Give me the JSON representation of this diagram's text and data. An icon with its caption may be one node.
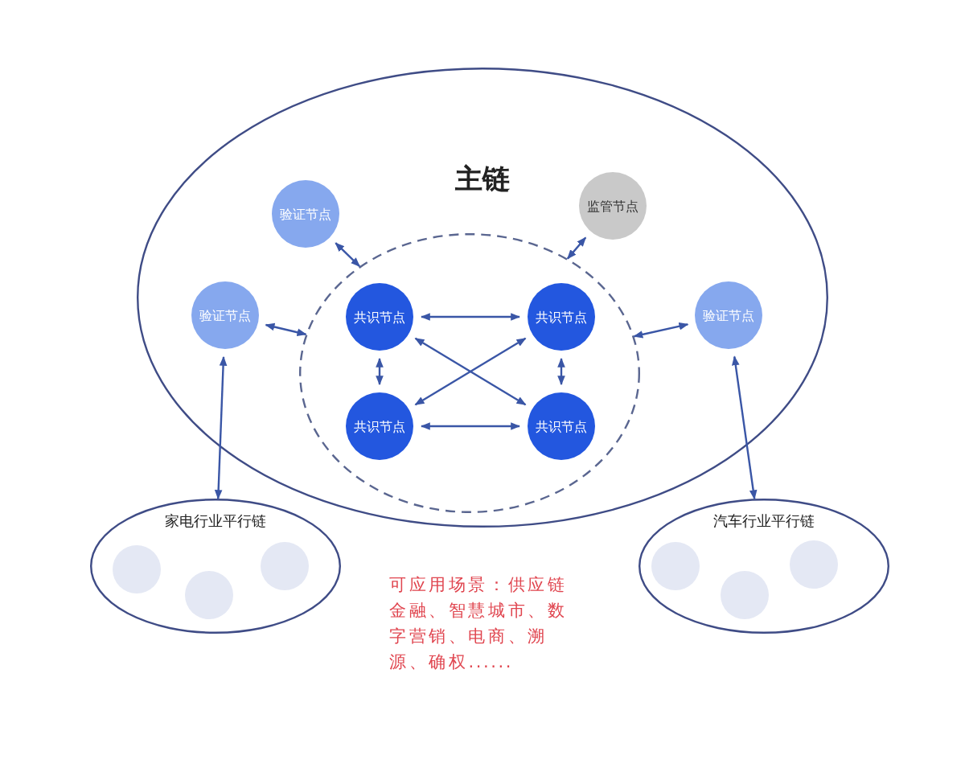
{
  "diagram": {
    "nodes": [
      {
        "text": [
          "主链"
        ]
      },
      {
        "text": [],
        "shape": "circle",
        "in": 0
      },
      {
        "text": [
          "验证节点"
        ],
        "in": 0
      },
      {
        "text": [
          "监管节点"
        ],
        "in": 0
      },
      {
        "text": [
          "验证节点"
        ],
        "in": 0
      },
      {
        "text": [
          "共识节点"
        ],
        "in": 1
      },
      {
        "text": [
          "共识节点"
        ],
        "in": 1
      },
      {
        "text": [
          "验证节点"
        ],
        "in": 0
      },
      {
        "text": [
          "共识节点"
        ],
        "in": 1
      },
      {
        "text": [
          "共识节点"
        ],
        "in": 1
      },
      {
        "text": [
          "家电行业平行链"
        ]
      },
      {
        "text": [],
        "shape": "circle",
        "in": 10
      },
      {
        "text": [],
        "shape": "circle",
        "in": 10
      },
      {
        "text": [],
        "shape": "circle",
        "in": 10
      },
      {
        "text": [
          "汽车行业平行链"
        ]
      },
      {
        "text": [],
        "shape": "circle",
        "in": 14
      },
      {
        "text": [],
        "shape": "circle",
        "in": 14
      },
      {
        "text": [],
        "shape": "circle",
        "in": 14
      }
    ],
    "edges": [
      {
        "from": 2,
        "to": 1,
        "arrow": "both"
      },
      {
        "from": 3,
        "to": 1,
        "arrow": "both"
      },
      {
        "from": 4,
        "to": 1,
        "arrow": "both"
      },
      {
        "from": 7,
        "to": 1,
        "arrow": "both"
      },
      {
        "from": 5,
        "to": 6,
        "arrow": "both"
      },
      {
        "from": 5,
        "to": 8,
        "arrow": "both"
      },
      {
        "from": 6,
        "to": 9,
        "arrow": "both"
      },
      {
        "from": 5,
        "to": 9,
        "arrow": "both"
      },
      {
        "from": 6,
        "to": 8,
        "arrow": "both"
      },
      {
        "from": 8,
        "to": 9,
        "arrow": "both"
      },
      {
        "from": 4,
        "to": 10,
        "arrow": "both"
      },
      {
        "from": 7,
        "to": 14,
        "arrow": "both"
      }
    ],
    "labels": [
      "可应用场景：供应链金融、智慧城市、数字营销、电商、溯源、确权......"
    ]
  }
}
